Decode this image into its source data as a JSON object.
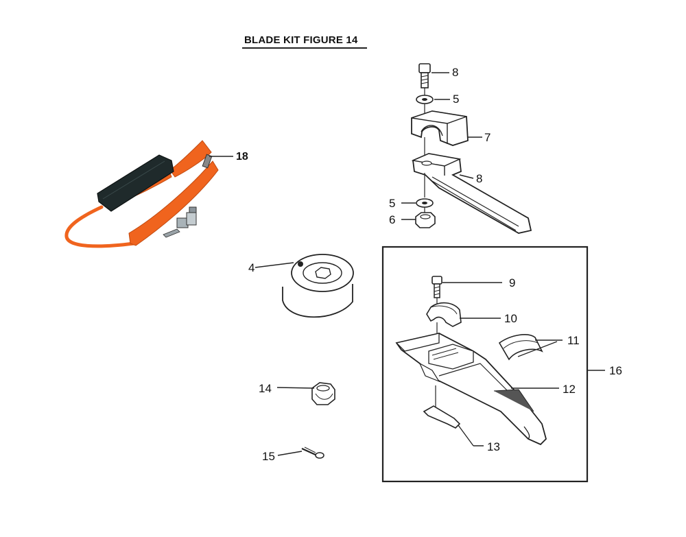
{
  "title": "BLADE KIT FIGURE 14",
  "colors": {
    "strap_orange": "#f0641e",
    "pad_dark": "#1f2a2b",
    "line": "#222222"
  },
  "callouts": [
    {
      "id": "c8a",
      "label": "8"
    },
    {
      "id": "c5a",
      "label": "5"
    },
    {
      "id": "c7",
      "label": "7"
    },
    {
      "id": "c18",
      "label": "18"
    },
    {
      "id": "c8b",
      "label": "8"
    },
    {
      "id": "c5b",
      "label": "5"
    },
    {
      "id": "c6",
      "label": "6"
    },
    {
      "id": "c4",
      "label": "4"
    },
    {
      "id": "c9",
      "label": "9"
    },
    {
      "id": "c10",
      "label": "10"
    },
    {
      "id": "c11",
      "label": "11"
    },
    {
      "id": "c16",
      "label": "16"
    },
    {
      "id": "c12",
      "label": "12"
    },
    {
      "id": "c14",
      "label": "14"
    },
    {
      "id": "c13",
      "label": "13"
    },
    {
      "id": "c15",
      "label": "15"
    }
  ]
}
